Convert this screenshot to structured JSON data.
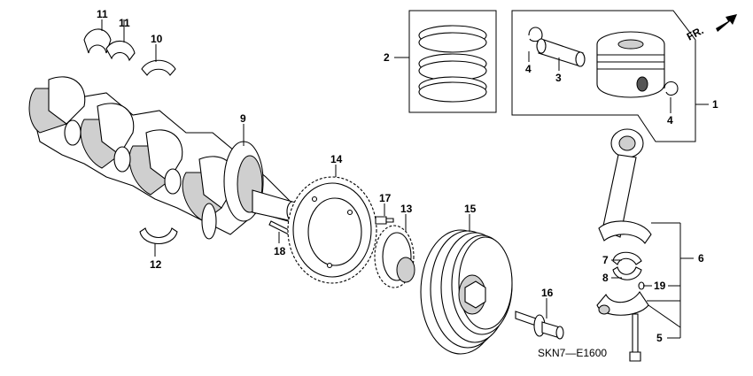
{
  "diagram": {
    "code": "SKN7—E1600",
    "direction_label": "FR.",
    "callouts": [
      {
        "id": "c11a",
        "text": "11"
      },
      {
        "id": "c11b",
        "text": "11"
      },
      {
        "id": "c10",
        "text": "10"
      },
      {
        "id": "c9",
        "text": "9"
      },
      {
        "id": "c12",
        "text": "12"
      },
      {
        "id": "c18",
        "text": "18"
      },
      {
        "id": "c14",
        "text": "14"
      },
      {
        "id": "c17",
        "text": "17"
      },
      {
        "id": "c13",
        "text": "13"
      },
      {
        "id": "c15",
        "text": "15"
      },
      {
        "id": "c16",
        "text": "16"
      },
      {
        "id": "c2",
        "text": "2"
      },
      {
        "id": "c4a",
        "text": "4"
      },
      {
        "id": "c3",
        "text": "3"
      },
      {
        "id": "c4b",
        "text": "4"
      },
      {
        "id": "c1",
        "text": "1"
      },
      {
        "id": "c6",
        "text": "6"
      },
      {
        "id": "c7",
        "text": "7"
      },
      {
        "id": "c8",
        "text": "8"
      },
      {
        "id": "c19",
        "text": "19"
      },
      {
        "id": "c5",
        "text": "5"
      }
    ]
  }
}
